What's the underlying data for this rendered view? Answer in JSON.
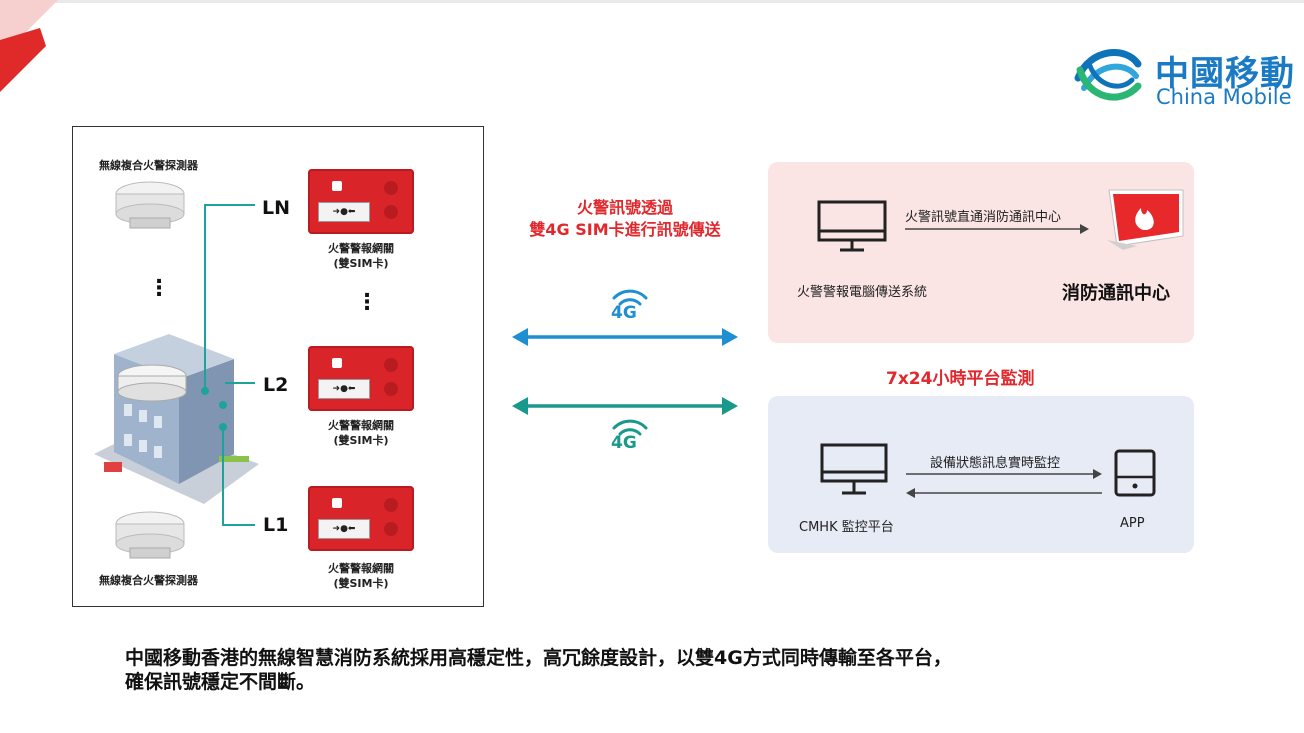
{
  "logo": {
    "name_zh": "中國移動",
    "name_en": "China Mobile"
  },
  "left_panel": {
    "detector_label_top": "無線複合火警探測器",
    "detector_label_bottom": "無線複合火警探測器",
    "lines": [
      {
        "label": "LN"
      },
      {
        "label": "L2"
      },
      {
        "label": "L1"
      }
    ],
    "gateway_caption": [
      "火警警報網關",
      "(雙SIM卡)"
    ],
    "ellipsis": "⋮"
  },
  "middle": {
    "headline": [
      "火警訊號透過",
      "雙4G SIM卡進行訊號傳送"
    ],
    "network_label": "4G",
    "colors": {
      "blue_arrow": "#1e8fd0",
      "teal_arrow": "#18998c",
      "red_text": "#e0282d"
    }
  },
  "fire_box": {
    "signal_text": "火警訊號直通消防通訊中心",
    "computer_label": "火警警報電腦傳送系統",
    "center_label": "消防通訊中心"
  },
  "monitor_label": "7x24小時平台監測",
  "monitor_box": {
    "signal_text": "設備狀態訊息實時監控",
    "platform_label": "CMHK 監控平台",
    "app_label": "APP"
  },
  "footer": [
    "中國移動香港的無線智慧消防系統採用高穩定性，高冗餘度設計，以雙4G方式同時傳輸至各平台，",
    "確保訊號穩定不間斷。"
  ]
}
